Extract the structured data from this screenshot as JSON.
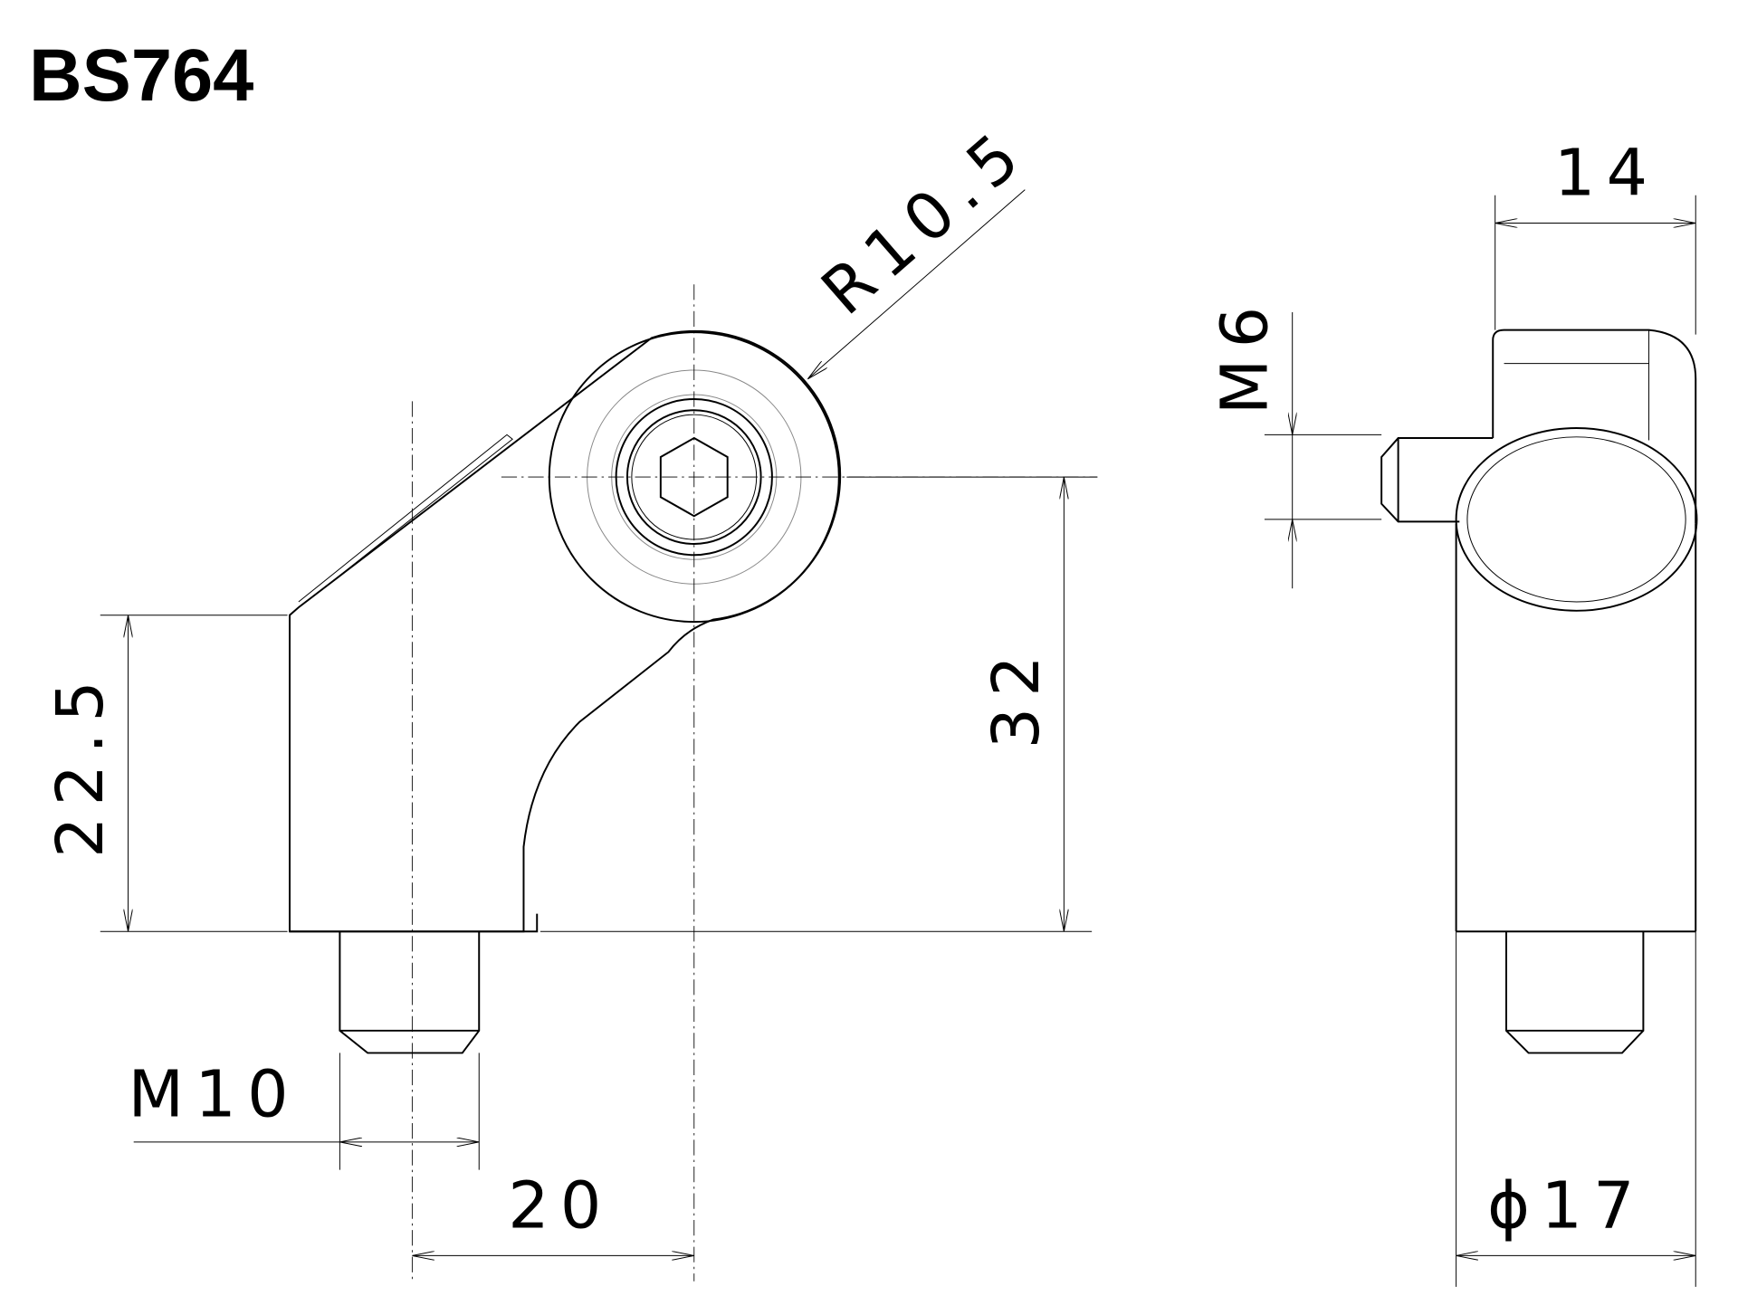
{
  "title": "BS764",
  "dimensions": {
    "radius": "R10.5",
    "width_side": "14",
    "side_thread": "M6",
    "height_left": "22.5",
    "height_center": "32",
    "bottom_thread": "M10",
    "offset": "20",
    "diameter": "ϕ17"
  },
  "colors": {
    "line": "#000000",
    "background": "#ffffff"
  }
}
